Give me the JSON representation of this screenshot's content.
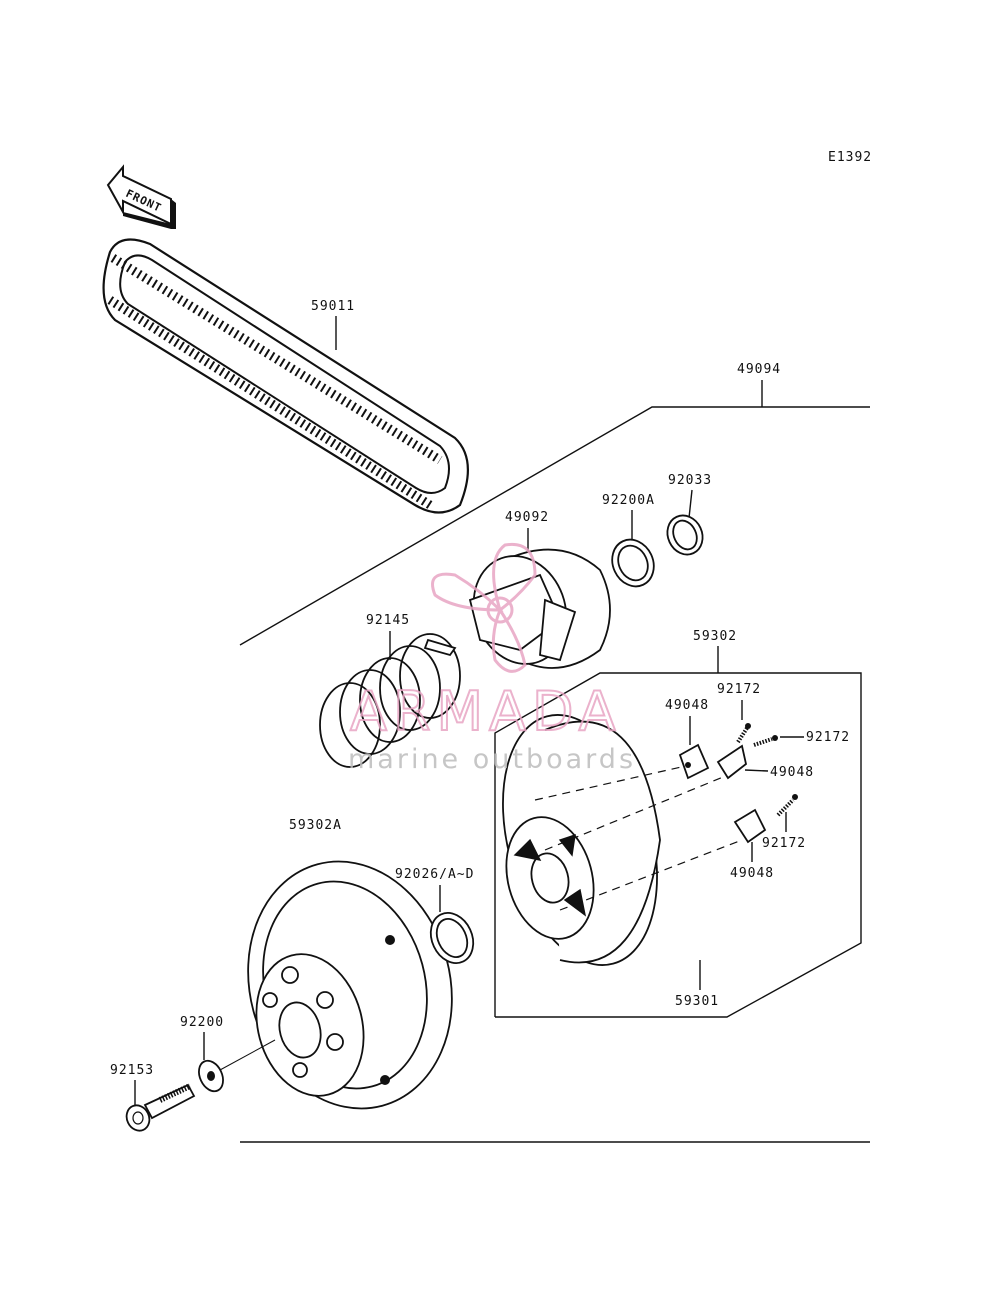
{
  "diagram_code": "E1392",
  "front_label": "FRONT",
  "parts": {
    "p59011": "59011",
    "p49094": "49094",
    "p92033": "92033",
    "p92200A": "92200A",
    "p49092": "49092",
    "p92145": "92145",
    "p59302": "59302",
    "p92172a": "92172",
    "p49048a": "49048",
    "p92172b": "92172",
    "p49048b": "49048",
    "p92172c": "92172",
    "p49048c": "49048",
    "p59302A": "59302A",
    "p92026": "92026/A~D",
    "p59301": "59301",
    "p92200": "92200",
    "p92153": "92153"
  },
  "watermark": {
    "brand": "ARMADA",
    "tagline": "marine outboards",
    "color": "#e8a5c4"
  }
}
